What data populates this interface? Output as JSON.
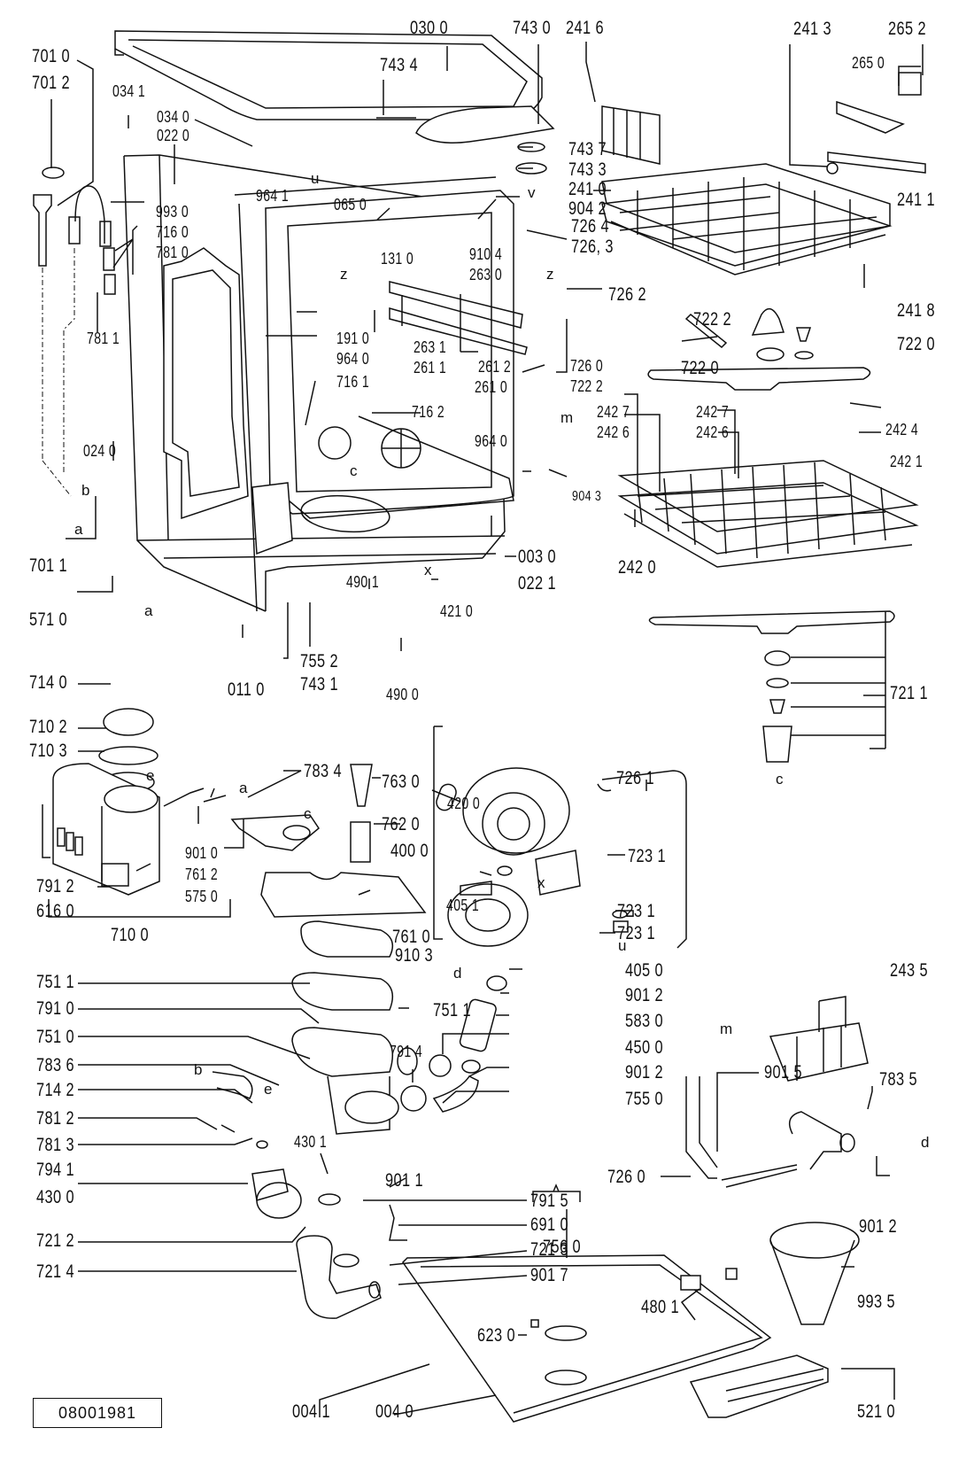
{
  "diagram": {
    "type": "exploded parts diagram",
    "subject": "dishwasher",
    "document_number": "08001981",
    "part_labels": [
      {
        "id": "p0300",
        "text": "030 0"
      },
      {
        "id": "p7430",
        "text": "743 0"
      },
      {
        "id": "p2416",
        "text": "241 6"
      },
      {
        "id": "p2413",
        "text": "241 3"
      },
      {
        "id": "p2652",
        "text": "265 2"
      },
      {
        "id": "p2650",
        "text": "265 0"
      },
      {
        "id": "p7010",
        "text": "701 0"
      },
      {
        "id": "p7012",
        "text": "701 2"
      },
      {
        "id": "p7434",
        "text": "743 4"
      },
      {
        "id": "p0341",
        "text": "034 1"
      },
      {
        "id": "p0340",
        "text": "034 0"
      },
      {
        "id": "p0220",
        "text": "022 0"
      },
      {
        "id": "p7437",
        "text": "743 7"
      },
      {
        "id": "p7433",
        "text": "743 3"
      },
      {
        "id": "p2410",
        "text": "241 0"
      },
      {
        "id": "p9642",
        "text": "904 2"
      },
      {
        "id": "p9641",
        "text": "964 1"
      },
      {
        "id": "p0650",
        "text": "065 0"
      },
      {
        "id": "p2411",
        "text": "241 1"
      },
      {
        "id": "p9930",
        "text": "993 0"
      },
      {
        "id": "p7160",
        "text": "716 0"
      },
      {
        "id": "p7810",
        "text": "781 0"
      },
      {
        "id": "p9104",
        "text": "910 4"
      },
      {
        "id": "p2630",
        "text": "263 0"
      },
      {
        "id": "p7264",
        "text": "726 4"
      },
      {
        "id": "p7263",
        "text": "726, 3"
      },
      {
        "id": "p1310",
        "text": "131 0"
      },
      {
        "id": "p7262",
        "text": "726 2"
      },
      {
        "id": "p2418",
        "text": "241 8"
      },
      {
        "id": "p7811",
        "text": "781 1"
      },
      {
        "id": "p2631",
        "text": "263 1"
      },
      {
        "id": "p2611",
        "text": "261 1"
      },
      {
        "id": "p7222a",
        "text": "722 2"
      },
      {
        "id": "p7220a",
        "text": "722 0"
      },
      {
        "id": "p7220b",
        "text": "722 0"
      },
      {
        "id": "p1910",
        "text": "191 0"
      },
      {
        "id": "p9640a",
        "text": "964 0"
      },
      {
        "id": "p2612",
        "text": "261 2"
      },
      {
        "id": "p2610",
        "text": "261 0"
      },
      {
        "id": "p7260a",
        "text": "726 0"
      },
      {
        "id": "p7222b",
        "text": "722 2"
      },
      {
        "id": "p7161",
        "text": "716 1"
      },
      {
        "id": "p7162",
        "text": "716 2"
      },
      {
        "id": "p2427a",
        "text": "242 7"
      },
      {
        "id": "p2426a",
        "text": "242 6"
      },
      {
        "id": "p2427b",
        "text": "242 7"
      },
      {
        "id": "p2426b",
        "text": "242 6"
      },
      {
        "id": "p2424",
        "text": "242 4"
      },
      {
        "id": "p9640b",
        "text": "964 0"
      },
      {
        "id": "p2421",
        "text": "242 1"
      },
      {
        "id": "p0240",
        "text": "024 0"
      },
      {
        "id": "p9043",
        "text": "904 3"
      },
      {
        "id": "p2420",
        "text": "242 0"
      },
      {
        "id": "p0030",
        "text": "003 0"
      },
      {
        "id": "p7011",
        "text": "701 1"
      },
      {
        "id": "p0221",
        "text": "022 1"
      },
      {
        "id": "p4901",
        "text": "490 1"
      },
      {
        "id": "p4210",
        "text": "421 0"
      },
      {
        "id": "p5710",
        "text": "571 0"
      },
      {
        "id": "p7552",
        "text": "755 2"
      },
      {
        "id": "p7140",
        "text": "714 0"
      },
      {
        "id": "p0110",
        "text": "011 0"
      },
      {
        "id": "p7431",
        "text": "743 1"
      },
      {
        "id": "p4900",
        "text": "490 0"
      },
      {
        "id": "p7211",
        "text": "721 1"
      },
      {
        "id": "p7102",
        "text": "710 2"
      },
      {
        "id": "p7103",
        "text": "710 3"
      },
      {
        "id": "p7834",
        "text": "783 4"
      },
      {
        "id": "p7630",
        "text": "763 0"
      },
      {
        "id": "p7261",
        "text": "726 1"
      },
      {
        "id": "p4200",
        "text": "420 0"
      },
      {
        "id": "p9010",
        "text": "901 0"
      },
      {
        "id": "p7620",
        "text": "762 0"
      },
      {
        "id": "p4000",
        "text": "400 0"
      },
      {
        "id": "p7612",
        "text": "761 2"
      },
      {
        "id": "p7231a",
        "text": "723 1"
      },
      {
        "id": "p7912",
        "text": "791 2"
      },
      {
        "id": "p5750",
        "text": "575 0"
      },
      {
        "id": "p6160",
        "text": "616 0"
      },
      {
        "id": "p4051",
        "text": "405 1"
      },
      {
        "id": "p7231b",
        "text": "723 1"
      },
      {
        "id": "p7231c",
        "text": "723 1"
      },
      {
        "id": "p7100",
        "text": "710 0"
      },
      {
        "id": "p7610",
        "text": "761 0"
      },
      {
        "id": "p9103",
        "text": "910 3"
      },
      {
        "id": "p7511a",
        "text": "751 1"
      },
      {
        "id": "p4050",
        "text": "405 0"
      },
      {
        "id": "p7910",
        "text": "791 0"
      },
      {
        "id": "p7511b",
        "text": "751 1"
      },
      {
        "id": "p9012a",
        "text": "901 2"
      },
      {
        "id": "p2435",
        "text": "243 5"
      },
      {
        "id": "p7510",
        "text": "751 0"
      },
      {
        "id": "p5830",
        "text": "583 0"
      },
      {
        "id": "p7836",
        "text": "783 6"
      },
      {
        "id": "p4500",
        "text": "450 0"
      },
      {
        "id": "p7914",
        "text": "791 4"
      },
      {
        "id": "p7142",
        "text": "714 2"
      },
      {
        "id": "p9012b",
        "text": "901 2"
      },
      {
        "id": "p9015",
        "text": "901 5"
      },
      {
        "id": "p7835",
        "text": "783 5"
      },
      {
        "id": "p7812",
        "text": "781 2"
      },
      {
        "id": "p7550",
        "text": "755 0"
      },
      {
        "id": "p7813",
        "text": "781 3"
      },
      {
        "id": "p4301",
        "text": "430 1"
      },
      {
        "id": "p7260b",
        "text": "726 0"
      },
      {
        "id": "p7941",
        "text": "794 1"
      },
      {
        "id": "p9011",
        "text": "901 1"
      },
      {
        "id": "p4300",
        "text": "430 0"
      },
      {
        "id": "p7915",
        "text": "791 5"
      },
      {
        "id": "p9012c",
        "text": "901 2"
      },
      {
        "id": "p6910",
        "text": "691 0"
      },
      {
        "id": "p7212",
        "text": "721 2"
      },
      {
        "id": "p7560",
        "text": "756 0"
      },
      {
        "id": "p7213",
        "text": "721 3"
      },
      {
        "id": "p7214",
        "text": "721 4"
      },
      {
        "id": "p9017",
        "text": "901 7"
      },
      {
        "id": "p4801",
        "text": "480 1"
      },
      {
        "id": "p9935",
        "text": "993 5"
      },
      {
        "id": "p6230",
        "text": "623 0"
      },
      {
        "id": "p0041",
        "text": "004 1"
      },
      {
        "id": "p0040",
        "text": "004 0"
      },
      {
        "id": "p5210",
        "text": "521 0"
      }
    ],
    "reference_letters": [
      {
        "id": "ref-u",
        "text": "u"
      },
      {
        "id": "ref-v",
        "text": "v"
      },
      {
        "id": "ref-z1",
        "text": "z"
      },
      {
        "id": "ref-z2",
        "text": "z"
      },
      {
        "id": "ref-m1",
        "text": "m"
      },
      {
        "id": "ref-c1",
        "text": "c"
      },
      {
        "id": "ref-b1",
        "text": "b"
      },
      {
        "id": "ref-a1",
        "text": "a"
      },
      {
        "id": "ref-a2",
        "text": "a"
      },
      {
        "id": "ref-x1",
        "text": "x"
      },
      {
        "id": "ref-c2",
        "text": "c"
      },
      {
        "id": "ref-e1",
        "text": "e"
      },
      {
        "id": "ref-a3",
        "text": "a"
      },
      {
        "id": "ref-c3",
        "text": "c"
      },
      {
        "id": "ref-x2",
        "text": "x"
      },
      {
        "id": "ref-d1",
        "text": "d"
      },
      {
        "id": "ref-u2",
        "text": "u"
      },
      {
        "id": "ref-b2",
        "text": "b"
      },
      {
        "id": "ref-e2",
        "text": "e"
      },
      {
        "id": "ref-m2",
        "text": "m"
      },
      {
        "id": "ref-d2",
        "text": "d"
      }
    ]
  }
}
